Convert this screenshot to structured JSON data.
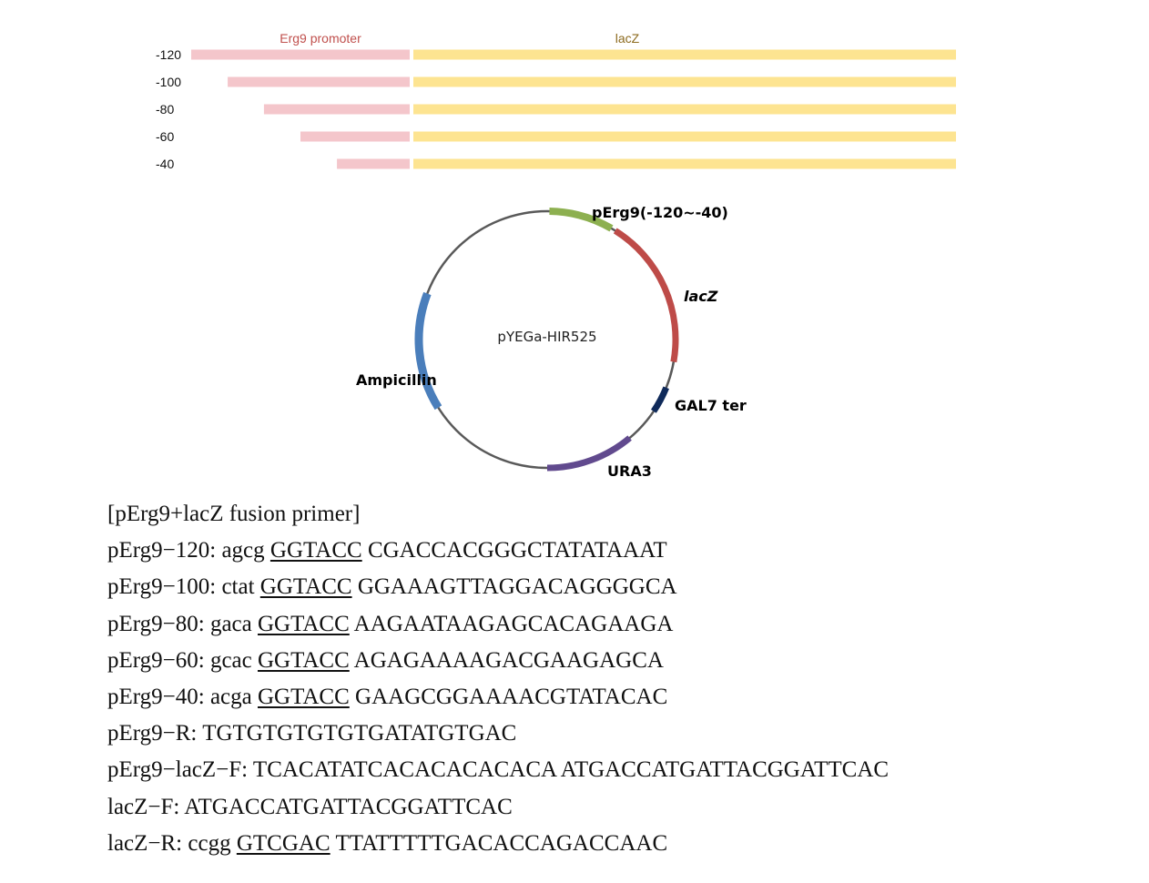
{
  "promoter_map": {
    "promoter_label": "Erg9 promoter",
    "gene_label": "lacZ",
    "colors": {
      "promoter": "#f4c6cb",
      "gene": "#fde491",
      "promoter_label": "#c0504d",
      "gene_label": "#8c6a1e"
    },
    "rows": [
      {
        "label": "-120",
        "promoter_fraction": 1.0
      },
      {
        "label": "-100",
        "promoter_fraction": 0.833
      },
      {
        "label": "-80",
        "promoter_fraction": 0.667
      },
      {
        "label": "-60",
        "promoter_fraction": 0.5
      },
      {
        "label": "-40",
        "promoter_fraction": 0.333
      }
    ]
  },
  "plasmid": {
    "name": "pYEGa-HIR525",
    "features": [
      {
        "label": "pErg9(-120~-40)",
        "color": "#8db050",
        "italic": false
      },
      {
        "label": "lacZ",
        "color": "#be4b48",
        "italic": true
      },
      {
        "label": "GAL7 ter",
        "color": "#0f2a5a",
        "italic": false
      },
      {
        "label": "URA3",
        "color": "#614a8e",
        "italic": false
      },
      {
        "label": "Ampicillin",
        "color": "#4a7ebb",
        "italic": false
      }
    ]
  },
  "primers": {
    "title": "[pErg9+lacZ fusion primer]",
    "lines": [
      {
        "name": "pErg9−120:",
        "prefix": "agcg",
        "site": "GGTACC",
        "seq": "CGACCACGGGCTATATAAAT"
      },
      {
        "name": "pErg9−100:",
        "prefix": "ctat",
        "site": "GGTACC",
        "seq": "GGAAAGTTAGGACAGGGGCA"
      },
      {
        "name": "pErg9−80:",
        "prefix": "gaca",
        "site": "GGTACC",
        "seq": "AAGAATAAGAGCACAGAAGA"
      },
      {
        "name": "pErg9−60:",
        "prefix": "gcac",
        "site": "GGTACC",
        "seq": "AGAGAAAAGACGAAGAGCA"
      },
      {
        "name": "pErg9−40:",
        "prefix": "acga",
        "site": "GGTACC",
        "seq": "GAAGCGGAAAACGTATACAC"
      },
      {
        "name": "pErg9−R:",
        "prefix": "",
        "site": "",
        "seq": "TGTGTGTGTGTGATATGTGAC"
      },
      {
        "name": "pErg9−lacZ−F:",
        "prefix": "",
        "site": "",
        "seq": "TCACATATCACACACACACA ATGACCATGATTACGGATTCAC"
      },
      {
        "name": "lacZ−F:",
        "prefix": "",
        "site": "",
        "seq": "ATGACCATGATTACGGATTCAC"
      },
      {
        "name": "lacZ−R:",
        "prefix": "ccgg",
        "site": "GTCGAC",
        "seq": "TTATTTTTGACACCAGACCAAC"
      }
    ]
  }
}
